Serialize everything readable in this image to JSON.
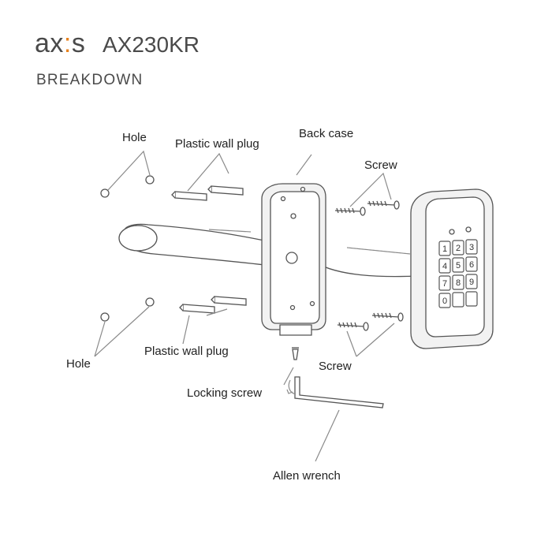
{
  "header": {
    "brand_prefix": "ax",
    "brand_dot": ":",
    "brand_suffix": "s",
    "model": "AX230KR",
    "subtitle": "BREAKDOWN"
  },
  "labels": {
    "hole_top": "Hole",
    "plug_top": "Plastic wall plug",
    "back_case": "Back case",
    "screw_top": "Screw",
    "plug_bottom": "Plastic wall plug",
    "screw_bottom": "Screw",
    "hole_bottom": "Hole",
    "locking_screw": "Locking screw",
    "allen_wrench": "Allen wrench"
  },
  "keypad": {
    "keys": [
      "1",
      "2",
      "3",
      "4",
      "5",
      "6",
      "7",
      "8",
      "9",
      "0",
      "",
      ""
    ]
  },
  "colors": {
    "text": "#4a4a4a",
    "accent": "#e8821e",
    "line": "#8a8a8a"
  }
}
